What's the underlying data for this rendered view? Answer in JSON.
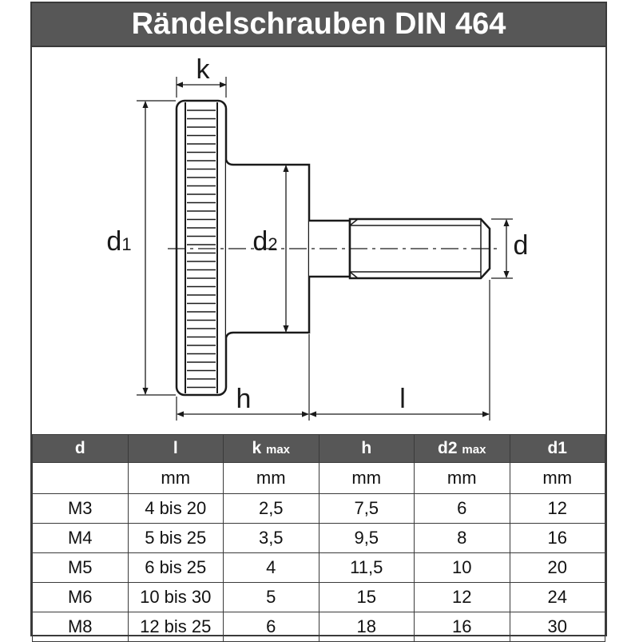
{
  "title": "Rändelschrauben DIN 464",
  "drawing": {
    "labels": {
      "k": "k",
      "d1": "d",
      "d1_sub": "1",
      "d2": "d",
      "d2_sub": "2",
      "d": "d",
      "h": "h",
      "l": "l"
    }
  },
  "table": {
    "headers": [
      {
        "main": "d",
        "sub": ""
      },
      {
        "main": "l",
        "sub": ""
      },
      {
        "main": "k",
        "sub": "max"
      },
      {
        "main": "h",
        "sub": ""
      },
      {
        "main": "d2",
        "sub": "max"
      },
      {
        "main": "d1",
        "sub": ""
      }
    ],
    "units": [
      "",
      "mm",
      "mm",
      "mm",
      "mm",
      "mm"
    ],
    "rows": [
      [
        "M3",
        "4 bis 20",
        "2,5",
        "7,5",
        "6",
        "12"
      ],
      [
        "M4",
        "5 bis 25",
        "3,5",
        "9,5",
        "8",
        "16"
      ],
      [
        "M5",
        "6 bis 25",
        "4",
        "11,5",
        "10",
        "20"
      ],
      [
        "M6",
        "10 bis 30",
        "5",
        "15",
        "12",
        "24"
      ],
      [
        "M8",
        "12 bis 25",
        "6",
        "18",
        "16",
        "30"
      ]
    ]
  }
}
